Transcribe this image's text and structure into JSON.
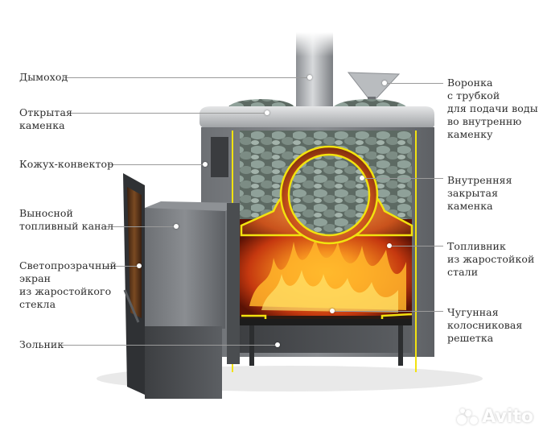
{
  "diagram": {
    "subject": "Sauna stove cutaway",
    "colors": {
      "outline_highlight": "#f2e20f",
      "steel": "#55585c",
      "fire": "#e8661a",
      "stones": "#7d8a82",
      "label_text": "#2e2e2e",
      "leader_line": "#9a9a9a"
    },
    "labels_left": [
      {
        "id": "chimney",
        "text": "Дымоход"
      },
      {
        "id": "open-heater",
        "text": "Открытая\nкаменка"
      },
      {
        "id": "casing-convector",
        "text": "Кожух-конвектор"
      },
      {
        "id": "remote-fuel-channel",
        "text": "Выносной\nтопливный канал"
      },
      {
        "id": "glass-screen",
        "text": "Светопрозрачный\nэкран\nиз жаростойкого\nстекла"
      },
      {
        "id": "ash-pan",
        "text": "Зольник"
      }
    ],
    "labels_right": [
      {
        "id": "water-funnel",
        "text": "Воронка\nс трубкой\nдля подачи воды\nво внутренню\nкаменку"
      },
      {
        "id": "inner-closed-heater",
        "text": "Внутренняя\nзакрытая\nкаменка"
      },
      {
        "id": "firebox",
        "text": "Топливник\nиз жаростойкой\nстали"
      },
      {
        "id": "cast-iron-grate",
        "text": "Чугунная\nколосниковая\nрешетка"
      }
    ]
  },
  "watermark": {
    "text": "Avito"
  }
}
